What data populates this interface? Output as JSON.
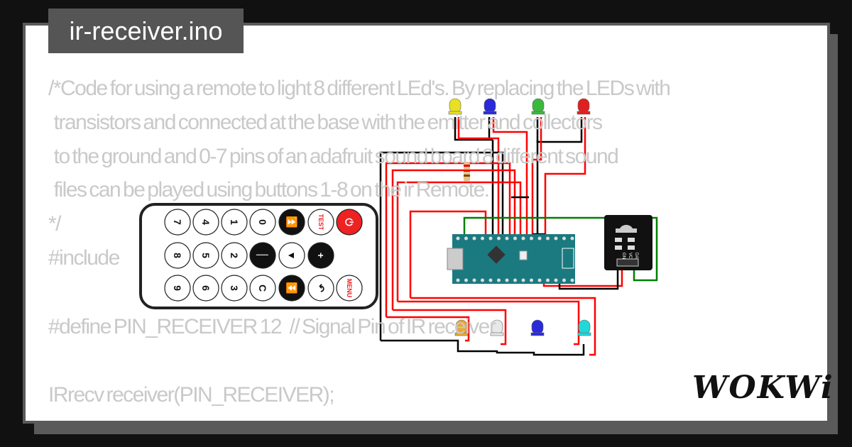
{
  "title": "ir-receiver.ino",
  "code_lines": [
    "/*Code for using a remote to light 8 different LEd's. By replacing the LEDs with",
    "  transistors and connected at the base with the emitter and collectors",
    "  to the ground and 0-7 pins of an adafruit sound board 8 different sound",
    "  files can be played using buttons 1-8 on the ir Remote.",
    "*/",
    "#include",
    "",
    "#define PIN_RECEIVER 12   // Signal Pin of IR receiver",
    "",
    "IRrecv receiver(PIN_RECEIVER);"
  ],
  "remote": {
    "rows": [
      [
        "7",
        "4",
        "1",
        "0",
        "skip-up",
        "TEST",
        "power"
      ],
      [
        "8",
        "5",
        "2",
        "minus",
        "play",
        "plus"
      ],
      [
        "9",
        "6",
        "3",
        "C",
        "skip-down",
        "back",
        "MENU"
      ]
    ]
  },
  "leds_top": [
    "#e8e020",
    "#2a2ad8",
    "#3cb83c",
    "#e02020"
  ],
  "leds_bottom": [
    "#e8a830",
    "#e8e8e8",
    "#2a2ad8",
    "#20d8d8"
  ],
  "ir_sensor_pins": [
    "GND",
    "VCC",
    "DAT"
  ],
  "logo": "WOKWi",
  "colors": {
    "wire_signal": "#ff0000",
    "wire_ground": "#000000",
    "wire_data": "#008000",
    "board": "#1a7a80"
  }
}
